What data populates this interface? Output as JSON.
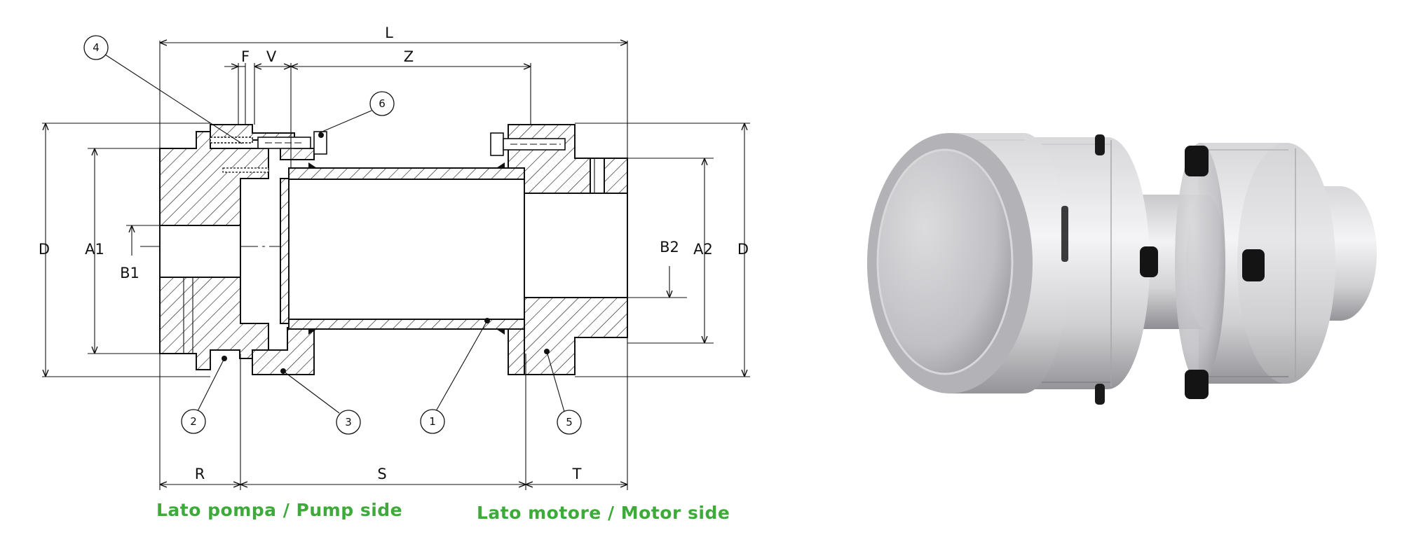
{
  "drawing": {
    "dimensions": {
      "L": "L",
      "F": "F",
      "V": "V",
      "Z": "Z",
      "D_left": "D",
      "A1": "A1",
      "B1": "B1",
      "B2": "B2",
      "A2": "A2",
      "D_right": "D",
      "R": "R",
      "S": "S",
      "T": "T"
    },
    "callouts": [
      "1",
      "2",
      "3",
      "4",
      "5",
      "6"
    ],
    "sides": {
      "pump": "Lato pompa / Pump side",
      "motor": "Lato motore / Motor side"
    }
  },
  "render": {
    "label": "",
    "colors": {
      "body": "#d6d5d7",
      "highlight": "#f1f1f3",
      "shadow": "#9a999c",
      "bolt": "#141414",
      "side_text": "#3daa3a"
    }
  }
}
